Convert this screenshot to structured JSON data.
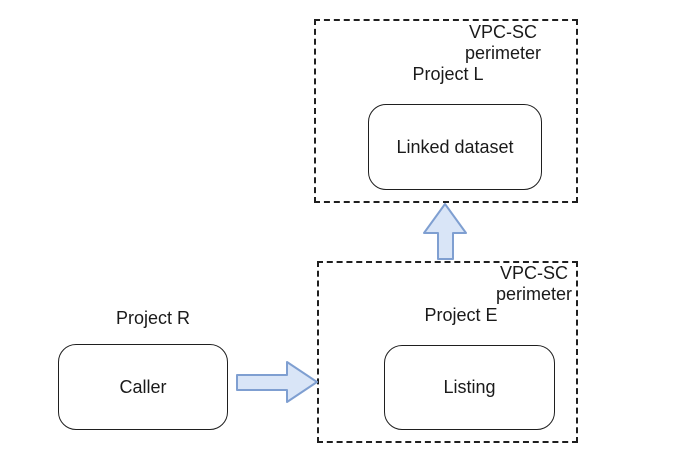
{
  "colors": {
    "background": "#ffffff",
    "text": "#1a1a1a",
    "line": "#1f1f1f",
    "arrow_fill": "#d9e5f7",
    "arrow_stroke": "#7f9fd1"
  },
  "diagram": {
    "perimeter_top": {
      "label_line1": "VPC-SC",
      "label_line2": "perimeter",
      "project": "Project L",
      "node": "Linked dataset"
    },
    "perimeter_bottom": {
      "label_line1": "VPC-SC",
      "label_line2": "perimeter",
      "project": "Project E",
      "node": "Listing"
    },
    "external": {
      "project": "Project R",
      "node": "Caller"
    },
    "arrows": [
      {
        "from": "Caller",
        "to": "Listing"
      },
      {
        "from": "Listing",
        "to": "Linked dataset"
      }
    ]
  }
}
